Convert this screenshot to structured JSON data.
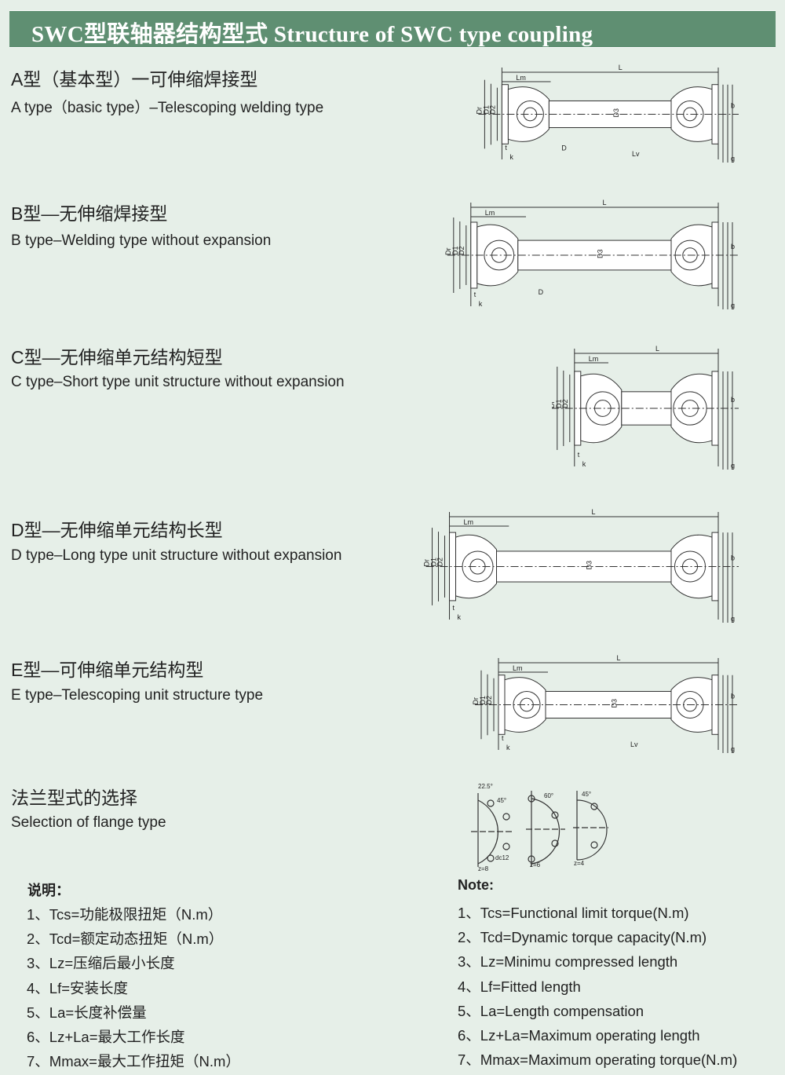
{
  "header": {
    "title": "SWC型联轴器结构型式  Structure of SWC type coupling"
  },
  "sections": [
    {
      "cn": "A型（基本型）一可伸缩焊接型",
      "en": "A type（basic type）–Telescoping welding type",
      "labels": [
        "L",
        "Lm",
        "Dr",
        "D1",
        "D2",
        "D",
        "Lv",
        "D3",
        "b",
        "g",
        "t",
        "k"
      ]
    },
    {
      "cn": "B型—无伸缩焊接型",
      "en": "B type–Welding type without expansion",
      "labels": [
        "L",
        "Lm",
        "D",
        "Dr",
        "D1",
        "D2",
        "D3",
        "b",
        "g",
        "t",
        "k"
      ]
    },
    {
      "cn": "C型—无伸缩单元结构短型",
      "en": "C type–Short type unit structure without expansion",
      "labels": [
        "L",
        "Lm",
        "Dr",
        "D1",
        "D2",
        "b",
        "g",
        "t",
        "k"
      ]
    },
    {
      "cn": "D型—无伸缩单元结构长型",
      "en": "D type–Long type unit structure without expansion",
      "labels": [
        "L",
        "Lm",
        "Dr",
        "D1",
        "D2",
        "D3",
        "b",
        "g",
        "t",
        "k"
      ]
    },
    {
      "cn": "E型—可伸缩单元结构型",
      "en": "E type–Telescoping unit structure type",
      "labels": [
        "L",
        "Lm",
        "Dr",
        "D1",
        "D2",
        "Lv",
        "D3",
        "b",
        "g",
        "t",
        "k"
      ]
    }
  ],
  "flange": {
    "cn": "法兰型式的选择",
    "en": "Selection of flange type",
    "diagrams": [
      {
        "z": "z=8",
        "angles": [
          "22.5°",
          "45°"
        ],
        "hole": "dc12"
      },
      {
        "z": "z=6",
        "angles": [
          "60°"
        ]
      },
      {
        "z": "z=4",
        "angles": [
          "45°"
        ]
      }
    ]
  },
  "notes_cn": {
    "title": "说明：",
    "items": [
      "1、Tcs=功能极限扭矩（N.m）",
      "2、Tcd=额定动态扭矩（N.m）",
      "3、Lz=压缩后最小长度",
      "4、Lf=安装长度",
      "5、La=长度补偿量",
      "6、Lz+La=最大工作长度",
      "7、Mmax=最大工作扭矩（N.m）"
    ]
  },
  "notes_en": {
    "title": "Note:",
    "items": [
      "1、Tcs=Functional limit torque(N.m)",
      "2、Tcd=Dynamic torque capacity(N.m)",
      "3、Lz=Minimu compressed length",
      "4、Lf=Fitted length",
      "5、La=Length compensation",
      "6、Lz+La=Maximum operating length",
      "7、Mmax=Maximum operating torque(N.m)"
    ]
  },
  "colors": {
    "header": "#5f8f72",
    "background": "#e6efe8"
  }
}
